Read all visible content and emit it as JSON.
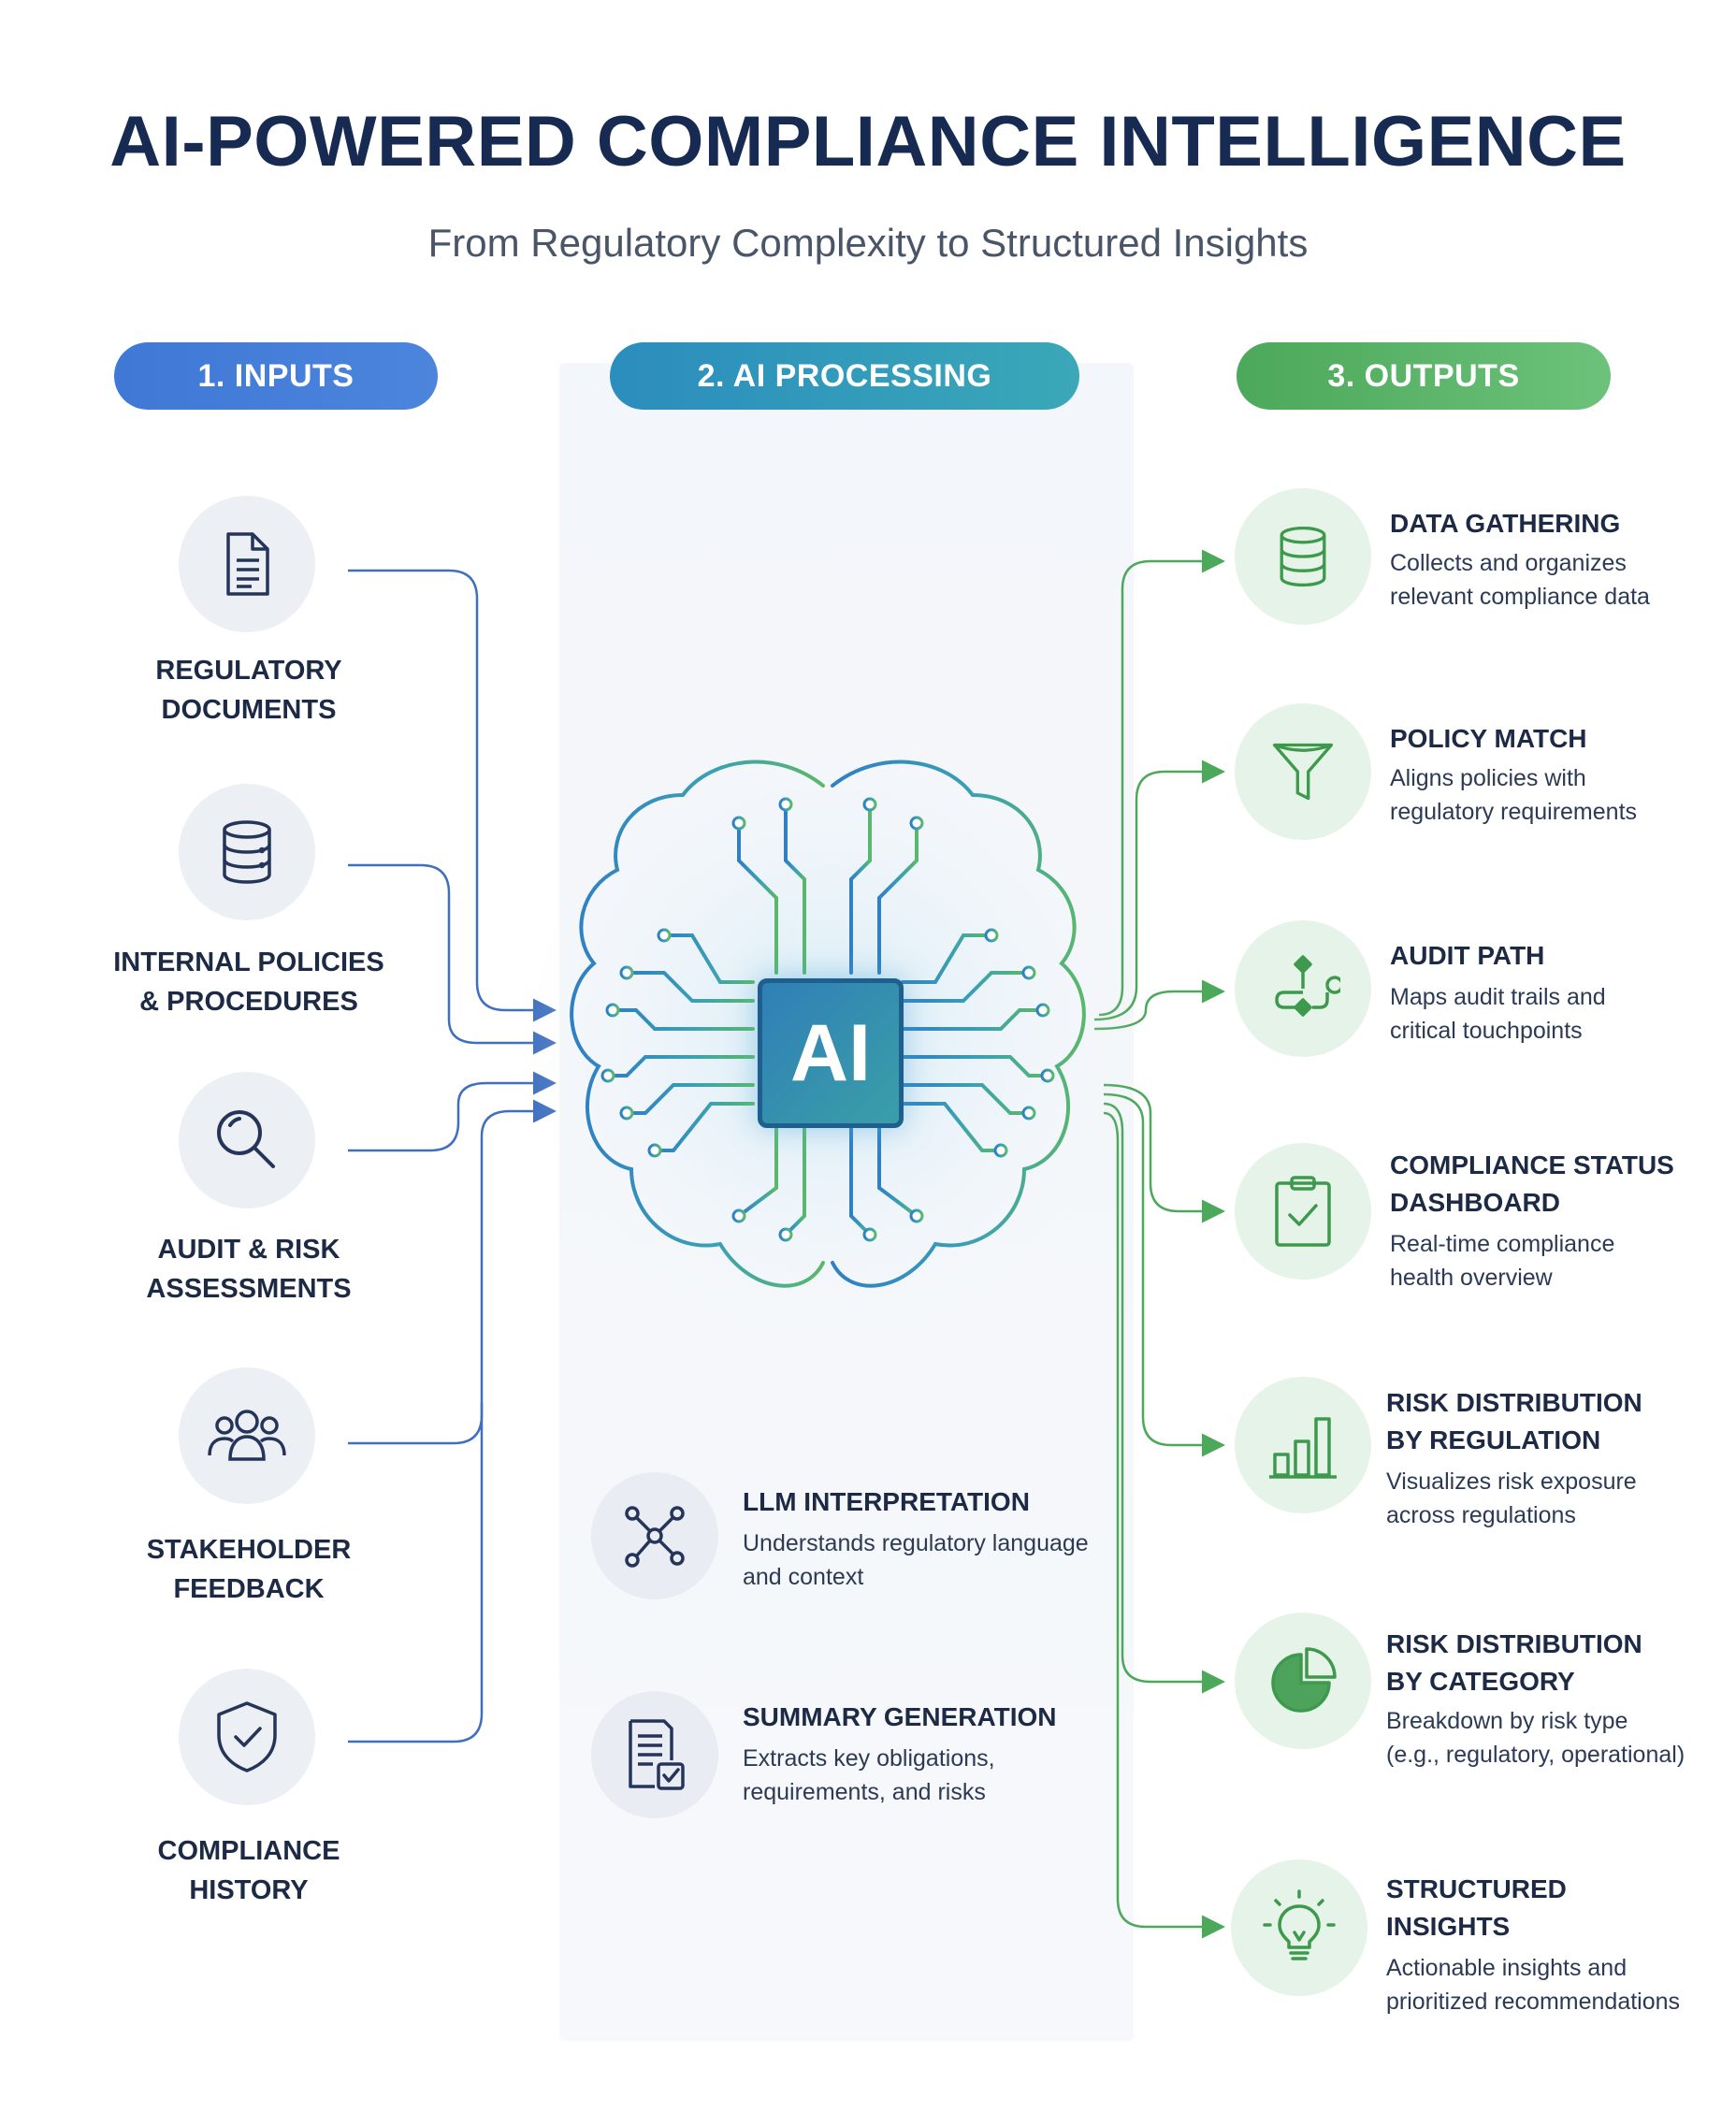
{
  "header": {
    "title": "AI-POWERED COMPLIANCE INTELLIGENCE",
    "subtitle": "From Regulatory Complexity to Structured Insights"
  },
  "columns": {
    "inputs": "1. INPUTS",
    "processing": "2. AI PROCESSING",
    "outputs": "3. OUTPUTS"
  },
  "inputs": [
    {
      "label_1": "REGULATORY",
      "label_2": "DOCUMENTS",
      "icon": "document-icon"
    },
    {
      "label_1": "INTERNAL POLICIES",
      "label_2": "& PROCEDURES",
      "icon": "database-icon"
    },
    {
      "label_1": "AUDIT & RISK",
      "label_2": "ASSESSMENTS",
      "icon": "magnifier-icon"
    },
    {
      "label_1": "STAKEHOLDER",
      "label_2": "FEEDBACK",
      "icon": "people-icon"
    },
    {
      "label_1": "COMPLIANCE",
      "label_2": "HISTORY",
      "icon": "shield-check-icon"
    }
  ],
  "ai_core": {
    "label": "AI",
    "icon": "brain-circuit-icon"
  },
  "processing": [
    {
      "title": "LLM INTERPRETATION",
      "desc_1": "Understands regulatory language",
      "desc_2": "and context",
      "icon": "network-nodes-icon"
    },
    {
      "title": "SUMMARY GENERATION",
      "desc_1": "Extracts key obligations,",
      "desc_2": "requirements, and risks",
      "icon": "document-check-icon"
    }
  ],
  "outputs": [
    {
      "title_1": "DATA GATHERING",
      "title_2": "",
      "desc_1": "Collects and organizes",
      "desc_2": "relevant compliance data",
      "icon": "database-icon"
    },
    {
      "title_1": "POLICY MATCH",
      "title_2": "",
      "desc_1": "Aligns policies with",
      "desc_2": "regulatory requirements",
      "icon": "funnel-icon"
    },
    {
      "title_1": "AUDIT PATH",
      "title_2": "",
      "desc_1": "Maps audit trails and",
      "desc_2": "critical touchpoints",
      "icon": "route-icon"
    },
    {
      "title_1": "COMPLIANCE STATUS",
      "title_2": "DASHBOARD",
      "desc_1": "Real-time compliance",
      "desc_2": "health overview",
      "icon": "clipboard-check-icon"
    },
    {
      "title_1": "RISK DISTRIBUTION",
      "title_2": "BY REGULATION",
      "desc_1": "Visualizes risk exposure",
      "desc_2": "across regulations",
      "icon": "bar-chart-icon"
    },
    {
      "title_1": "RISK DISTRIBUTION",
      "title_2": "BY CATEGORY",
      "desc_1": "Breakdown by risk type",
      "desc_2": "(e.g., regulatory, operational)",
      "icon": "pie-chart-icon"
    },
    {
      "title_1": "STRUCTURED",
      "title_2": "INSIGHTS",
      "desc_1": "Actionable insights and",
      "desc_2": "prioritized recommendations",
      "icon": "lightbulb-icon"
    }
  ],
  "colors": {
    "title": "#172a52",
    "inputs_accent": "#3f78d6",
    "processing_accent": "#2b8dbd",
    "outputs_accent": "#4ca85a"
  }
}
